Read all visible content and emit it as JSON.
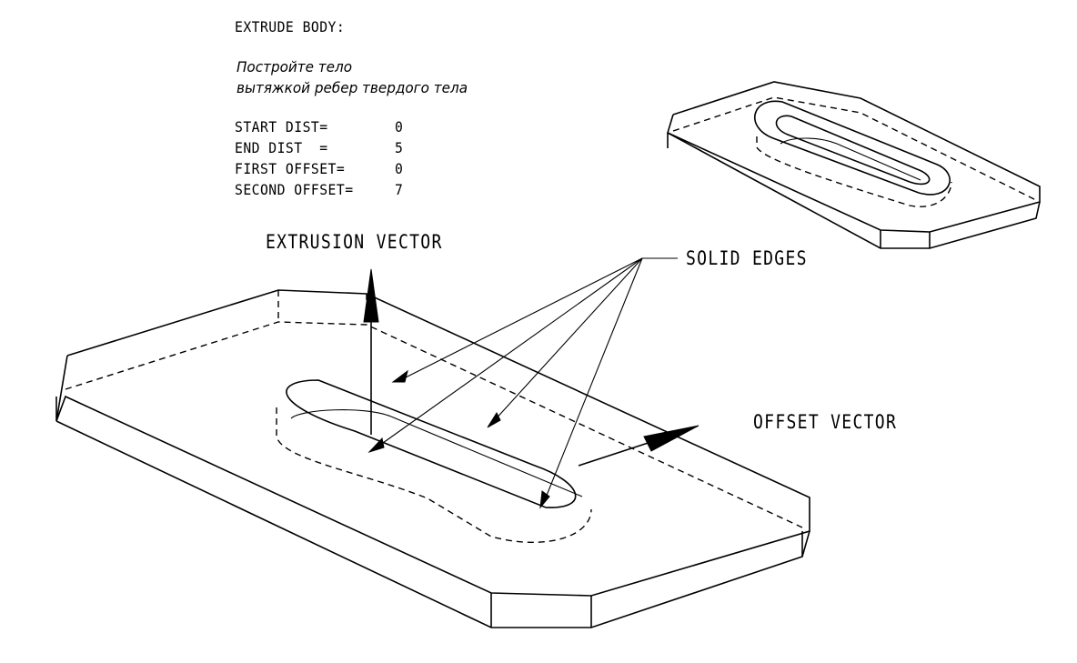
{
  "header": {
    "command": "EXTRUDE BODY:",
    "prompt_line1": "Постройте тело",
    "prompt_line2": "вытяжкой ребер твердого тела"
  },
  "params": [
    {
      "label": "START DIST=",
      "value": "0"
    },
    {
      "label": "END DIST  =",
      "value": "5"
    },
    {
      "label": "FIRST OFFSET=",
      "value": "0"
    },
    {
      "label": "SECOND OFFSET=",
      "value": "7"
    }
  ],
  "callouts": {
    "extrusion_vector": "EXTRUSION VECTOR",
    "solid_edges": "SOLID EDGES",
    "offset_vector": "OFFSET VECTOR"
  }
}
